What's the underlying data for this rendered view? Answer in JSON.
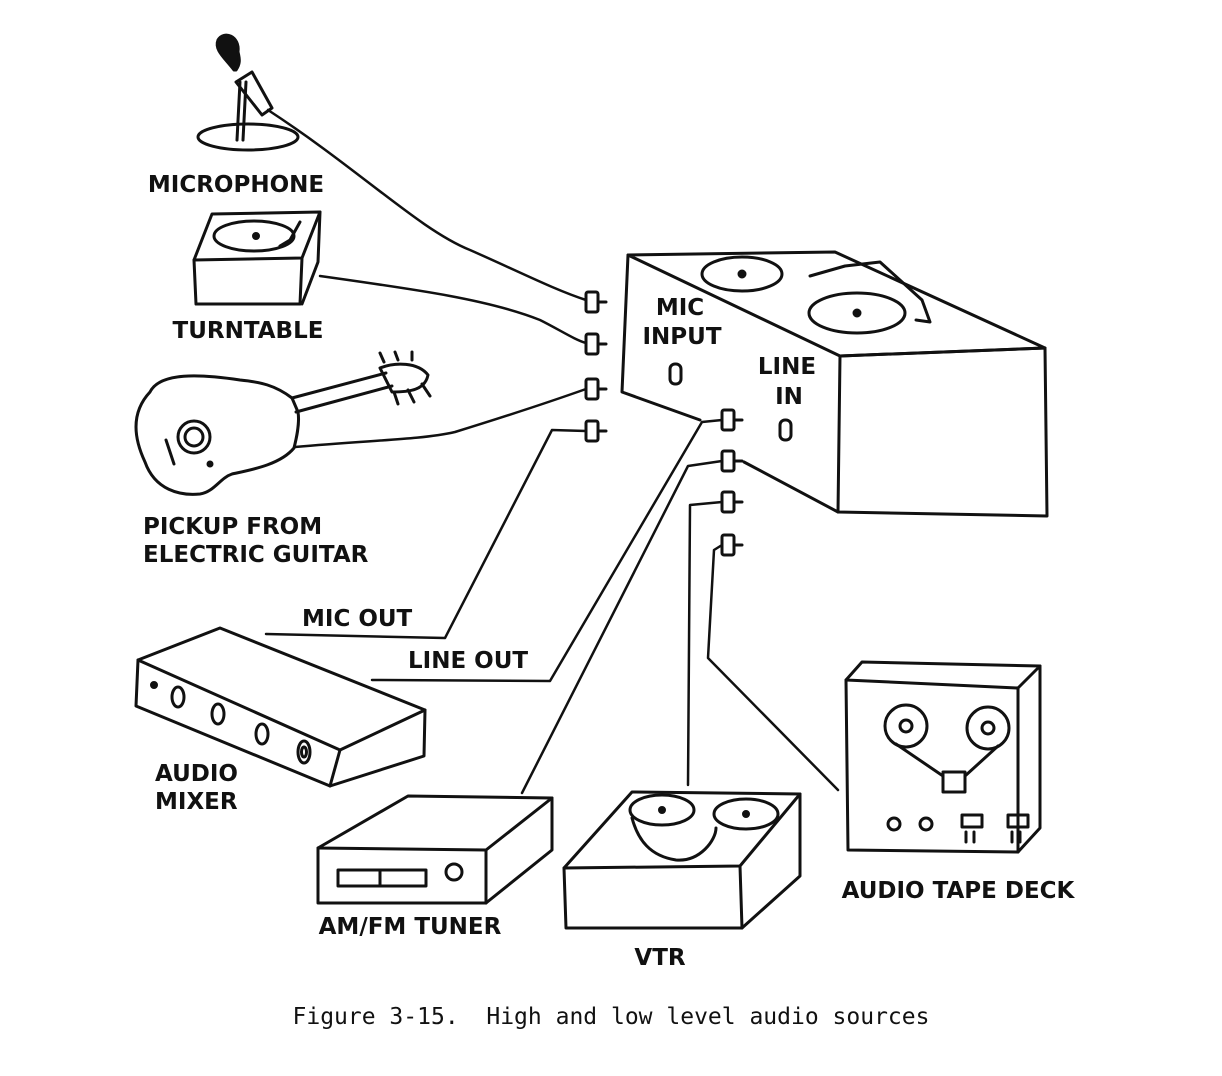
{
  "labels": {
    "microphone": "MICROPHONE",
    "turntable": "TURNTABLE",
    "guitar_line1": "PICKUP FROM",
    "guitar_line2": "ELECTRIC GUITAR",
    "mic_out": "MIC OUT",
    "line_out": "LINE OUT",
    "mixer_line1": "AUDIO",
    "mixer_line2": "MIXER",
    "tuner": "AM/FM TUNER",
    "vtr": "VTR",
    "tape_deck": "AUDIO TAPE DECK",
    "mic_input_line1": "MIC",
    "mic_input_line2": "INPUT",
    "line_in_line1": "LINE",
    "line_in_line2": "IN"
  },
  "caption": "Figure 3-15.  High and low level audio sources",
  "colors": {
    "ink": "#111111",
    "paper": "#ffffff"
  }
}
